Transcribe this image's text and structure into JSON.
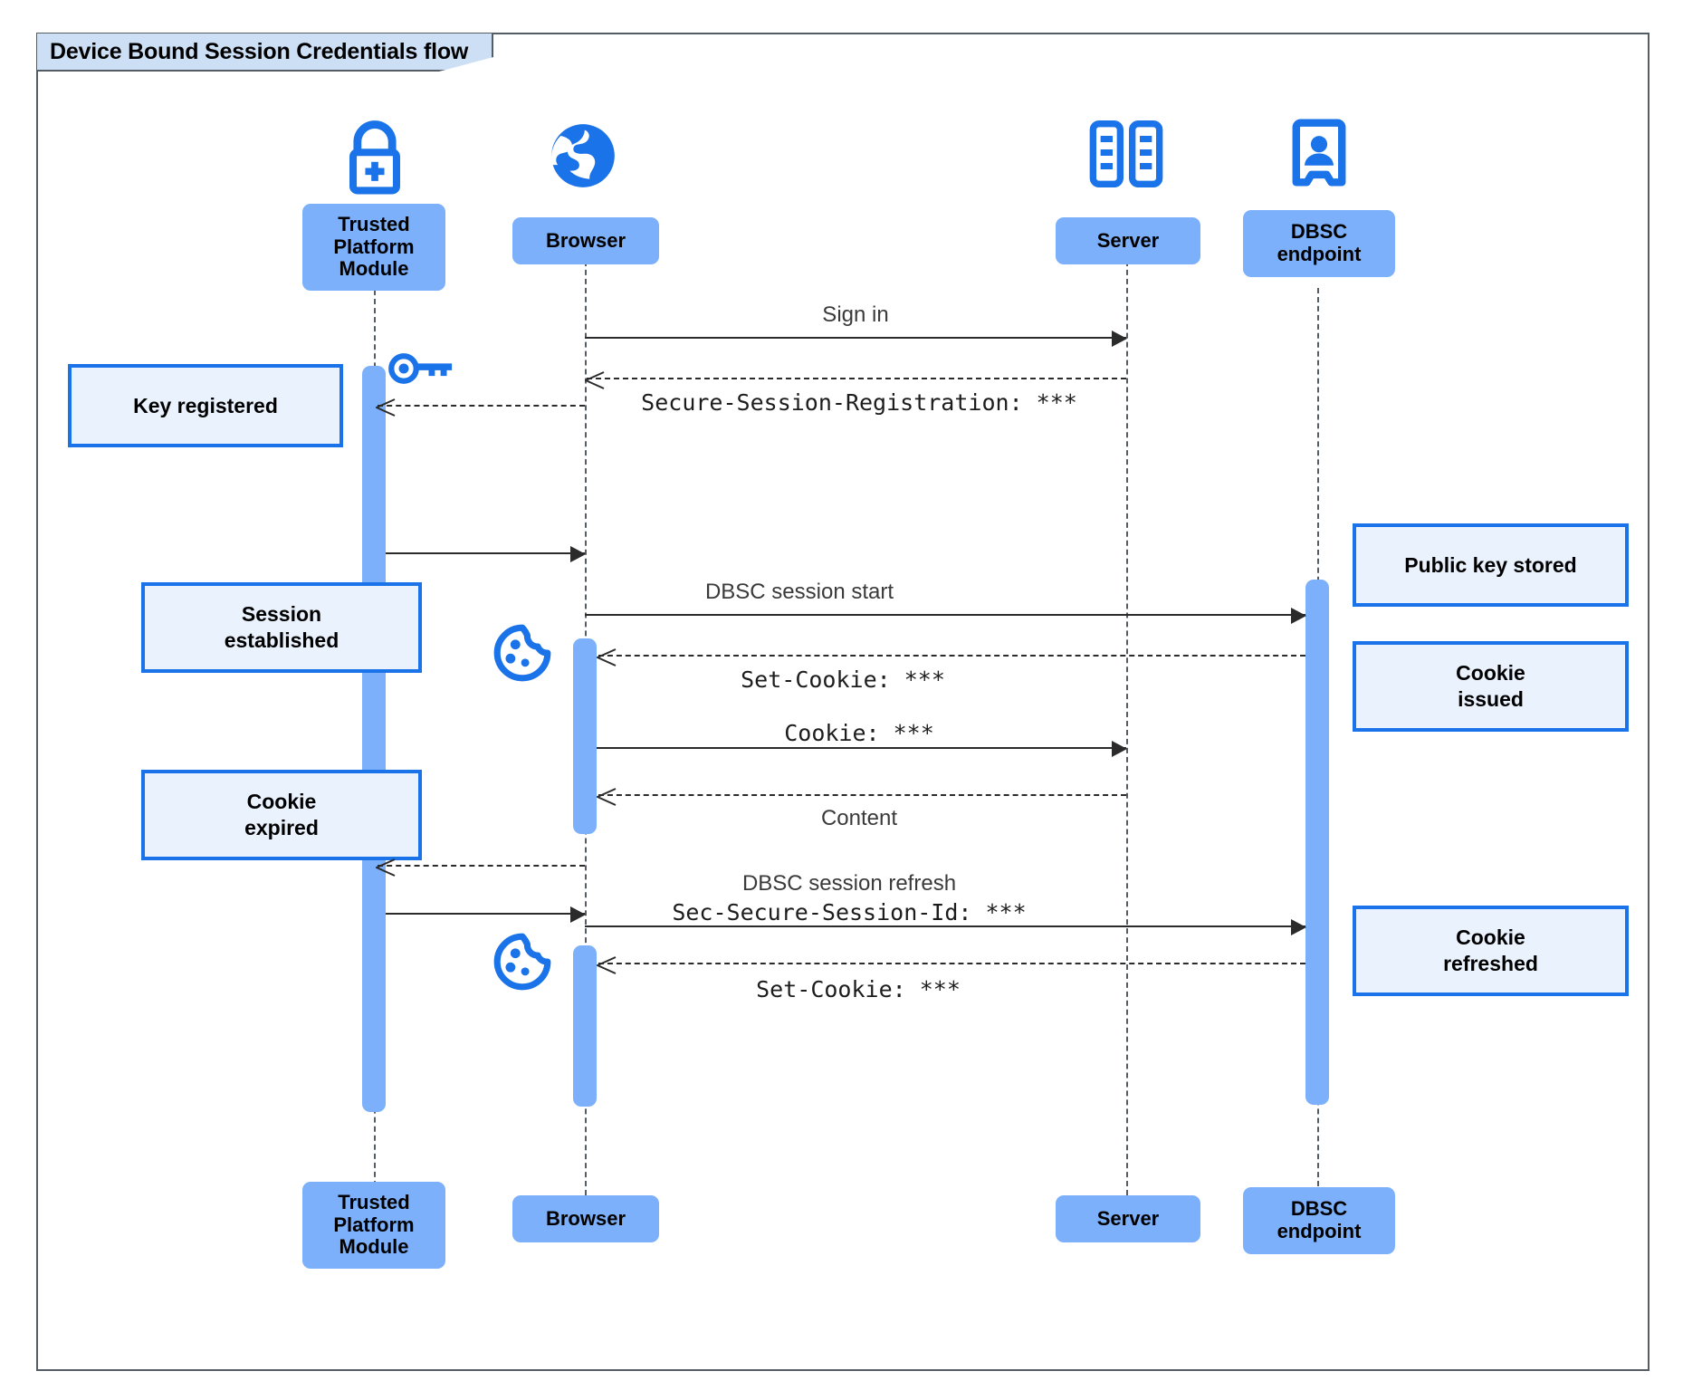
{
  "diagram": {
    "title": "Device Bound Session Credentials flow",
    "type": "sequence-diagram",
    "colors": {
      "participant_fill": "#7cb0fa",
      "note_fill": "#eaf2fd",
      "note_border": "#1a73e8",
      "icon_blue": "#1a73e8",
      "frame_border": "#555c63",
      "title_fill": "#cddff5",
      "line": "#2b2b2b"
    }
  },
  "participants": [
    {
      "id": "tpm",
      "label": "Trusted\nPlatform\nModule",
      "icon": "lock-plus-icon"
    },
    {
      "id": "browser",
      "label": "Browser",
      "icon": "globe-icon"
    },
    {
      "id": "server",
      "label": "Server",
      "icon": "server-rack-icon"
    },
    {
      "id": "dbsc",
      "label": "DBSC\nendpoint",
      "icon": "id-badge-icon"
    }
  ],
  "participants_bottom": [
    {
      "id": "tpm",
      "label": "Trusted\nPlatform\nModule"
    },
    {
      "id": "browser",
      "label": "Browser"
    },
    {
      "id": "server",
      "label": "Server"
    },
    {
      "id": "dbsc",
      "label": "DBSC\nendpoint"
    }
  ],
  "messages": [
    {
      "id": "m1",
      "from": "browser",
      "to": "server",
      "style": "solid",
      "label": "Sign in",
      "font": "sans"
    },
    {
      "id": "m2",
      "from": "server",
      "to": "browser",
      "style": "dashed",
      "label": "Secure-Session-Registration: ***",
      "font": "mono"
    },
    {
      "id": "m3",
      "from": "browser",
      "to": "tpm",
      "style": "dashed",
      "label": "",
      "font": "sans"
    },
    {
      "id": "m4",
      "from": "tpm",
      "to": "browser",
      "style": "solid",
      "label": "",
      "font": "sans"
    },
    {
      "id": "m5",
      "from": "browser",
      "to": "dbsc",
      "style": "solid",
      "label": "DBSC session start",
      "font": "sans"
    },
    {
      "id": "m6",
      "from": "dbsc",
      "to": "browser",
      "style": "dashed",
      "label": "Set-Cookie: ***",
      "font": "mono"
    },
    {
      "id": "m7",
      "from": "browser",
      "to": "server",
      "style": "solid",
      "label": "Cookie: ***",
      "font": "mono"
    },
    {
      "id": "m8",
      "from": "server",
      "to": "browser",
      "style": "dashed",
      "label": "Content",
      "font": "sans"
    },
    {
      "id": "m9",
      "from": "browser",
      "to": "tpm",
      "style": "dashed",
      "label": "",
      "font": "sans"
    },
    {
      "id": "m10",
      "from": "tpm",
      "to": "browser",
      "style": "solid",
      "label": "",
      "font": "sans"
    },
    {
      "id": "m11",
      "from": "browser",
      "to": "dbsc",
      "style": "solid",
      "label": "DBSC session refresh",
      "label2": "Sec-Secure-Session-Id: ***",
      "font": "sans"
    },
    {
      "id": "m12",
      "from": "dbsc",
      "to": "browser",
      "style": "dashed",
      "label": "Set-Cookie: ***",
      "font": "mono"
    }
  ],
  "notes": [
    {
      "id": "n1",
      "side": "left",
      "text": "Key registered",
      "attached": "tpm"
    },
    {
      "id": "n2",
      "side": "left",
      "text": "Session\nestablished",
      "attached": "tpm"
    },
    {
      "id": "n3",
      "side": "left",
      "text": "Cookie\nexpired",
      "attached": "tpm"
    },
    {
      "id": "n4",
      "side": "right",
      "text": "Public key stored",
      "attached": "dbsc"
    },
    {
      "id": "n5",
      "side": "right",
      "text": "Cookie\nissued",
      "attached": "dbsc"
    },
    {
      "id": "n6",
      "side": "right",
      "text": "Cookie\nrefreshed",
      "attached": "dbsc"
    }
  ],
  "inline_icons": [
    {
      "id": "i1",
      "name": "key-icon",
      "near": "tpm"
    },
    {
      "id": "i2",
      "name": "cookie-icon",
      "near": "browser"
    },
    {
      "id": "i3",
      "name": "cookie-icon",
      "near": "browser"
    }
  ]
}
